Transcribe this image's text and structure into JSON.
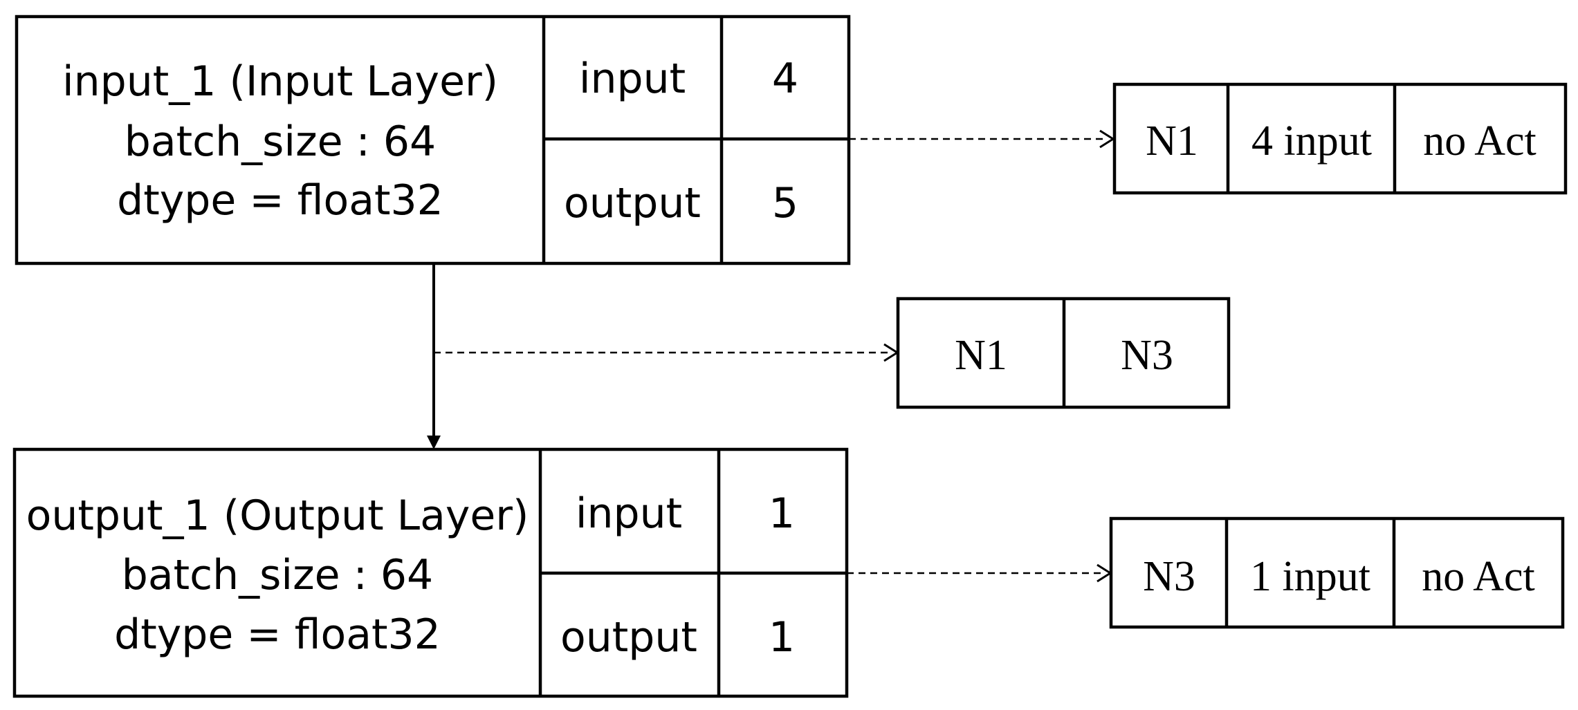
{
  "layers": [
    {
      "name": "input_1 (Input Layer)",
      "batch_size": "batch_size : 64",
      "dtype": "dtype = float32",
      "in_label": "input",
      "in_value": "4",
      "out_label": "output",
      "out_value": "5"
    },
    {
      "name": "output_1 (Output Layer)",
      "batch_size": "batch_size : 64",
      "dtype": "dtype = float32",
      "in_label": "input",
      "in_value": "1",
      "out_label": "output",
      "out_value": "1"
    }
  ],
  "nodes": [
    {
      "cells": [
        "N1",
        "4 input",
        "no Act"
      ]
    },
    {
      "cells": [
        "N1",
        "N3"
      ]
    },
    {
      "cells": [
        "N3",
        "1 input",
        "no Act"
      ]
    }
  ]
}
